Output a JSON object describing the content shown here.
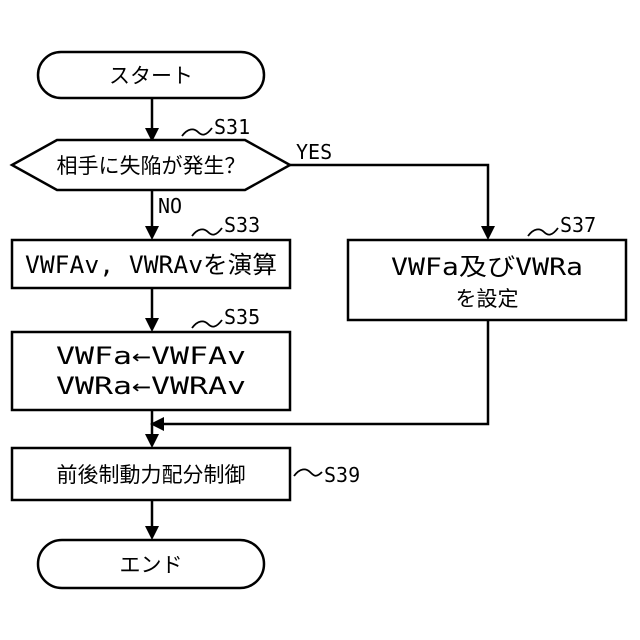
{
  "flowchart": {
    "start": "スタート",
    "end": "エンド",
    "decision": {
      "text": "相手に失陥が発生？",
      "step": "S31",
      "yes": "YES",
      "no": "NO"
    },
    "compute": {
      "text": "VWFAv, VWRAvを演算",
      "step": "S33"
    },
    "assign": {
      "line1": "VWFa←VWFAv",
      "line2": "VWRa←VWRAv",
      "step": "S35"
    },
    "set": {
      "line1": "VWFa及びVWRa",
      "line2": "を設定",
      "step": "S37"
    },
    "control": {
      "text": "前後制動力配分制御",
      "step": "S39"
    }
  }
}
